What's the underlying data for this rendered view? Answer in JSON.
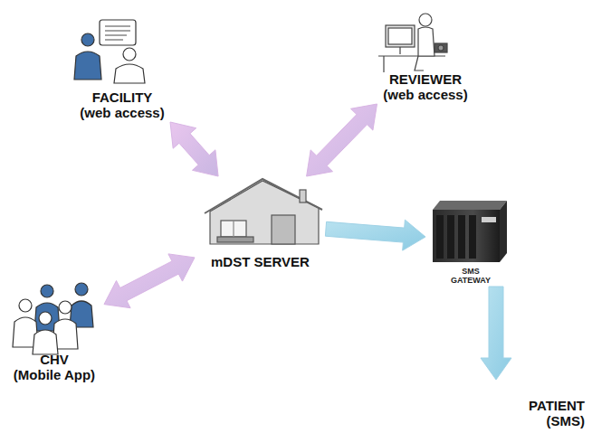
{
  "diagram": {
    "nodes": [
      {
        "text": [
          "FACILITY",
          "(web access)"
        ]
      },
      {
        "text": [
          "REVIEWER",
          "(web access)"
        ]
      },
      {
        "text": [
          "mDST SERVER"
        ]
      },
      {
        "text": [
          "SMS GATEWAY"
        ]
      },
      {
        "text": [
          "CHV",
          "(Mobile App)"
        ]
      },
      {
        "text": [
          "PATIENT",
          "(SMS)"
        ]
      }
    ],
    "edges": [
      {
        "from": 0,
        "to": 2,
        "arrow": "both"
      },
      {
        "from": 1,
        "to": 2,
        "arrow": "both"
      },
      {
        "from": 4,
        "to": 2,
        "arrow": "both"
      },
      {
        "from": 2,
        "to": 3,
        "arrow": "to"
      },
      {
        "from": 3,
        "to": 5,
        "arrow": "to"
      }
    ]
  }
}
